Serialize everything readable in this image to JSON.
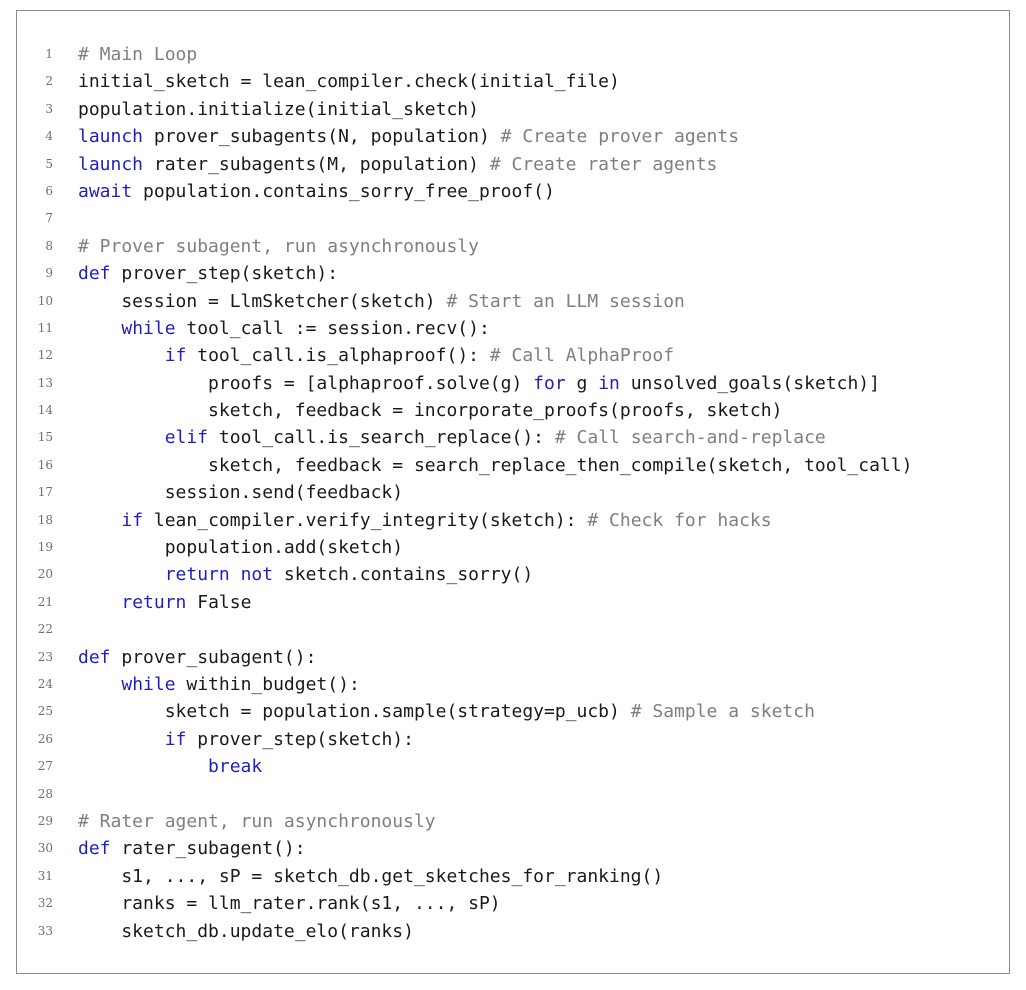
{
  "colors": {
    "keyword": "#1f1fbf",
    "comment": "#7f7f7f",
    "text": "#1a1a1a",
    "line_number": "#707070",
    "border": "#8a8a8a"
  },
  "lines": [
    {
      "n": "1",
      "tokens": [
        {
          "t": "# Main Loop",
          "k": "cm"
        }
      ]
    },
    {
      "n": "2",
      "tokens": [
        {
          "t": "initial_sketch = lean_compiler.check(initial_file)",
          "k": ""
        }
      ]
    },
    {
      "n": "3",
      "tokens": [
        {
          "t": "population.initialize(initial_sketch)",
          "k": ""
        }
      ]
    },
    {
      "n": "4",
      "tokens": [
        {
          "t": "launch",
          "k": "kw"
        },
        {
          "t": " prover_subagents(N, population) ",
          "k": ""
        },
        {
          "t": "# Create prover agents",
          "k": "cm"
        }
      ]
    },
    {
      "n": "5",
      "tokens": [
        {
          "t": "launch",
          "k": "kw"
        },
        {
          "t": " rater_subagents(M, population) ",
          "k": ""
        },
        {
          "t": "# Create rater agents",
          "k": "cm"
        }
      ]
    },
    {
      "n": "6",
      "tokens": [
        {
          "t": "await",
          "k": "kw"
        },
        {
          "t": " population.contains_sorry_free_proof()",
          "k": ""
        }
      ]
    },
    {
      "n": "7",
      "tokens": []
    },
    {
      "n": "8",
      "tokens": [
        {
          "t": "# Prover subagent, run asynchronously",
          "k": "cm"
        }
      ]
    },
    {
      "n": "9",
      "tokens": [
        {
          "t": "def",
          "k": "kw"
        },
        {
          "t": " prover_step(sketch):",
          "k": ""
        }
      ]
    },
    {
      "n": "10",
      "tokens": [
        {
          "t": "    session = LlmSketcher(sketch) ",
          "k": ""
        },
        {
          "t": "# Start an LLM session",
          "k": "cm"
        }
      ]
    },
    {
      "n": "11",
      "tokens": [
        {
          "t": "    ",
          "k": ""
        },
        {
          "t": "while",
          "k": "kw"
        },
        {
          "t": " tool_call := session.recv():",
          "k": ""
        }
      ]
    },
    {
      "n": "12",
      "tokens": [
        {
          "t": "        ",
          "k": ""
        },
        {
          "t": "if",
          "k": "kw"
        },
        {
          "t": " tool_call.is_alphaproof(): ",
          "k": ""
        },
        {
          "t": "# Call AlphaProof",
          "k": "cm"
        }
      ]
    },
    {
      "n": "13",
      "tokens": [
        {
          "t": "            proofs = [alphaproof.solve(g) ",
          "k": ""
        },
        {
          "t": "for",
          "k": "kw"
        },
        {
          "t": " g ",
          "k": ""
        },
        {
          "t": "in",
          "k": "kw"
        },
        {
          "t": " unsolved_goals(sketch)]",
          "k": ""
        }
      ]
    },
    {
      "n": "14",
      "tokens": [
        {
          "t": "            sketch, feedback = incorporate_proofs(proofs, sketch)",
          "k": ""
        }
      ]
    },
    {
      "n": "15",
      "tokens": [
        {
          "t": "        ",
          "k": ""
        },
        {
          "t": "elif",
          "k": "kw"
        },
        {
          "t": " tool_call.is_search_replace(): ",
          "k": ""
        },
        {
          "t": "# Call search-and-replace",
          "k": "cm"
        }
      ]
    },
    {
      "n": "16",
      "tokens": [
        {
          "t": "            sketch, feedback = search_replace_then_compile(sketch, tool_call)",
          "k": ""
        }
      ]
    },
    {
      "n": "17",
      "tokens": [
        {
          "t": "        session.send(feedback)",
          "k": ""
        }
      ]
    },
    {
      "n": "18",
      "tokens": [
        {
          "t": "    ",
          "k": ""
        },
        {
          "t": "if",
          "k": "kw"
        },
        {
          "t": " lean_compiler.verify_integrity(sketch): ",
          "k": ""
        },
        {
          "t": "# Check for hacks",
          "k": "cm"
        }
      ]
    },
    {
      "n": "19",
      "tokens": [
        {
          "t": "        population.add(sketch)",
          "k": ""
        }
      ]
    },
    {
      "n": "20",
      "tokens": [
        {
          "t": "        ",
          "k": ""
        },
        {
          "t": "return",
          "k": "kw"
        },
        {
          "t": " ",
          "k": ""
        },
        {
          "t": "not",
          "k": "kw"
        },
        {
          "t": " sketch.contains_sorry()",
          "k": ""
        }
      ]
    },
    {
      "n": "21",
      "tokens": [
        {
          "t": "    ",
          "k": ""
        },
        {
          "t": "return",
          "k": "kw"
        },
        {
          "t": " False",
          "k": ""
        }
      ]
    },
    {
      "n": "22",
      "tokens": []
    },
    {
      "n": "23",
      "tokens": [
        {
          "t": "def",
          "k": "kw"
        },
        {
          "t": " prover_subagent():",
          "k": ""
        }
      ]
    },
    {
      "n": "24",
      "tokens": [
        {
          "t": "    ",
          "k": ""
        },
        {
          "t": "while",
          "k": "kw"
        },
        {
          "t": " within_budget():",
          "k": ""
        }
      ]
    },
    {
      "n": "25",
      "tokens": [
        {
          "t": "        sketch = population.sample(strategy=p_ucb) ",
          "k": ""
        },
        {
          "t": "# Sample a sketch",
          "k": "cm"
        }
      ]
    },
    {
      "n": "26",
      "tokens": [
        {
          "t": "        ",
          "k": ""
        },
        {
          "t": "if",
          "k": "kw"
        },
        {
          "t": " prover_step(sketch):",
          "k": ""
        }
      ]
    },
    {
      "n": "27",
      "tokens": [
        {
          "t": "            ",
          "k": ""
        },
        {
          "t": "break",
          "k": "kw"
        }
      ]
    },
    {
      "n": "28",
      "tokens": []
    },
    {
      "n": "29",
      "tokens": [
        {
          "t": "# Rater agent, run asynchronously",
          "k": "cm"
        }
      ]
    },
    {
      "n": "30",
      "tokens": [
        {
          "t": "def",
          "k": "kw"
        },
        {
          "t": " rater_subagent():",
          "k": ""
        }
      ]
    },
    {
      "n": "31",
      "tokens": [
        {
          "t": "    s1, ..., sP = sketch_db.get_sketches_for_ranking()",
          "k": ""
        }
      ]
    },
    {
      "n": "32",
      "tokens": [
        {
          "t": "    ranks = llm_rater.rank(s1, ..., sP)",
          "k": ""
        }
      ]
    },
    {
      "n": "33",
      "tokens": [
        {
          "t": "    sketch_db.update_elo(ranks)",
          "k": ""
        }
      ]
    }
  ]
}
